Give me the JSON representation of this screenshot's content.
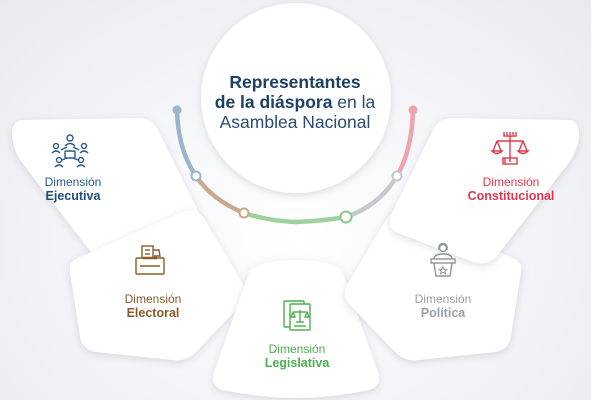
{
  "title": {
    "line1": "Representantes",
    "line2_bold": "de la diáspora",
    "line2_rest": " en la",
    "line3": "Asamblea Nacional"
  },
  "dimensions": [
    {
      "key": "ejecutiva",
      "prefix": "Dimensión",
      "name": "Ejecutiva",
      "color": "#1f4e79",
      "icon": "people-network-icon"
    },
    {
      "key": "electoral",
      "prefix": "Dimensión",
      "name": "Electoral",
      "color": "#8b5a2b",
      "icon": "ballot-box-icon"
    },
    {
      "key": "legislativa",
      "prefix": "Dimensión",
      "name": "Legislativa",
      "color": "#4caf50",
      "icon": "law-book-icon"
    },
    {
      "key": "politica",
      "prefix": "Dimensión",
      "name": "Política",
      "color": "#9aa0a8",
      "icon": "speaker-podium-icon"
    },
    {
      "key": "constitucional",
      "prefix": "Dimensión",
      "name": "Constitucional",
      "color": "#e0384b",
      "icon": "justice-scale-icon"
    }
  ]
}
